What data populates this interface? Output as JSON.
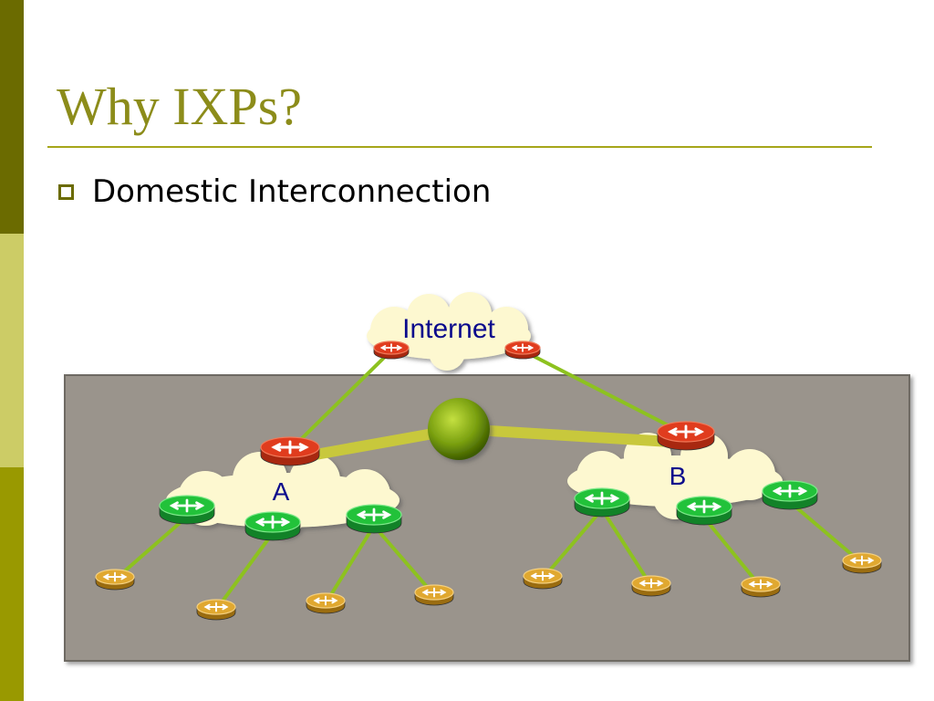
{
  "slide": {
    "title": "Why IXPs?",
    "bullet": "Domestic Interconnection"
  },
  "diagram": {
    "internet_label": "Internet",
    "network_a_label": "A",
    "network_b_label": "B"
  },
  "colors": {
    "strip_dark": "#6b6b00",
    "strip_light": "#cccc66",
    "strip_mid": "#999900",
    "title": "#8c8c1a",
    "panel": "#9a948c",
    "link": "#8dc21f",
    "ixp_link": "#c8c83c",
    "router_red": "#e03c1e",
    "router_green": "#22c23a",
    "router_orange": "#e0a830",
    "label": "#0a0a8c"
  }
}
